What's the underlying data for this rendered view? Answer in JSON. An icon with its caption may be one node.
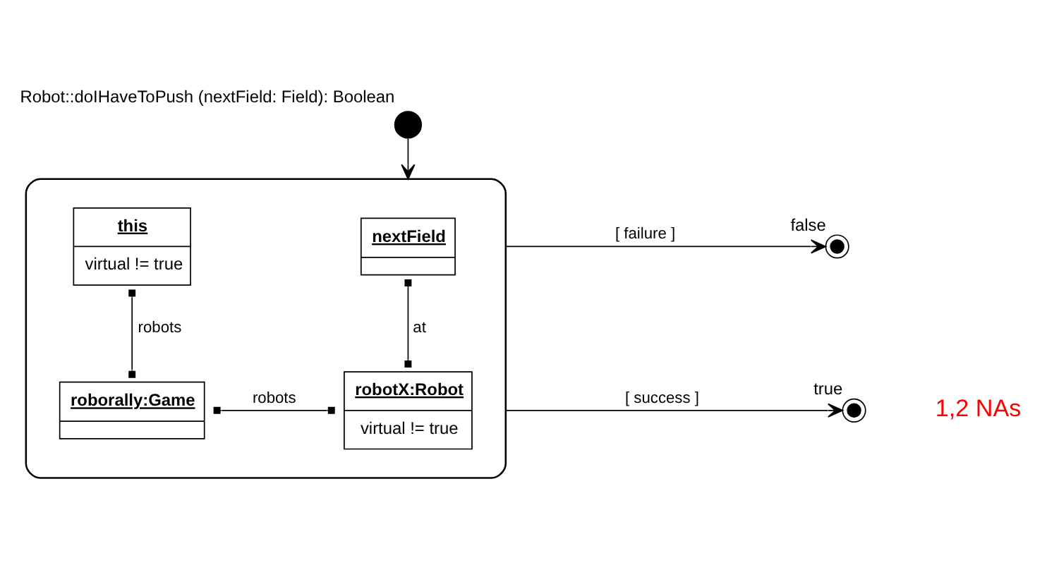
{
  "diagram": {
    "title": "Robot::doIHaveToPush (nextField: Field): Boolean",
    "nodes": [
      {
        "text": [],
        "shape": "circle"
      },
      {
        "text": [],
        "shape": "box"
      },
      {
        "text": [
          "nextField"
        ],
        "in": 1
      },
      {
        "text": [
          "this",
          "virtual != true"
        ],
        "in": 1
      },
      {
        "text": [
          "robotX:Robot",
          "virtual != true"
        ],
        "in": 1
      },
      {
        "text": [
          "roborally:Game"
        ],
        "in": 1
      },
      {
        "text": [],
        "shape": "circle",
        "beside": [
          "false"
        ]
      },
      {
        "text": [],
        "shape": "circle",
        "beside": [
          "true"
        ]
      }
    ],
    "edges": [
      {
        "from": 0,
        "to": 1,
        "arrow": "to"
      },
      {
        "from": 2,
        "to": 4,
        "arrow": "other",
        "label": "at"
      },
      {
        "from": 3,
        "to": 5,
        "arrow": "other",
        "label": "robots"
      },
      {
        "from": 5,
        "to": 4,
        "arrow": "other",
        "label": "robots"
      },
      {
        "from": 1,
        "to": 6,
        "arrow": "to",
        "label": "[ failure ]"
      },
      {
        "from": 1,
        "to": 7,
        "arrow": "to",
        "label": "[ success ]"
      }
    ],
    "labels": [
      "1,2 NAs"
    ]
  }
}
